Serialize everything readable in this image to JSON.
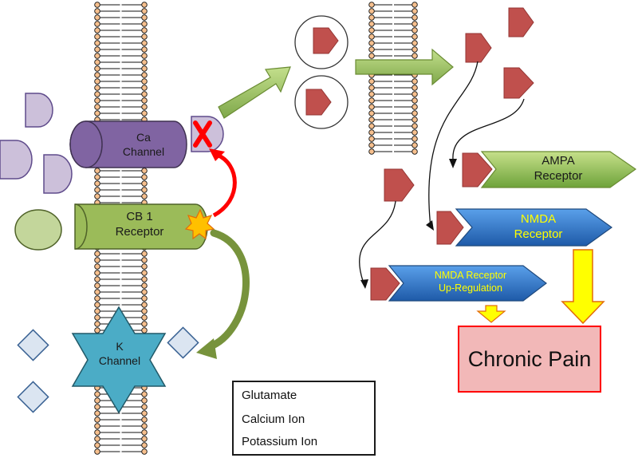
{
  "labels": {
    "ca_channel": [
      "Ca",
      "Channel"
    ],
    "cb1_receptor": [
      "CB 1",
      "Receptor"
    ],
    "k_channel": [
      "K",
      "Channel"
    ],
    "ampa_receptor": [
      "AMPA",
      "Receptor"
    ],
    "nmda_receptor": [
      "NMDA",
      "Receptor"
    ],
    "nmda_upregulation": [
      "NMDA Receptor",
      "Up-Regulation"
    ],
    "chronic_pain": "Chronic Pain"
  },
  "legend": {
    "glutamate": "Glutamate",
    "calcium_ion": "Calcium Ion",
    "potassium_ion": "Potassium Ion"
  },
  "colors": {
    "membrane_head": "#f7c08e",
    "glutamate": "#c0504d",
    "calcium_ion": "#ccc0da",
    "ca_channel": "#8064a2",
    "cb1_receptor": "#9bbb59",
    "k_channel": "#4bacc6",
    "potassium_ion": "#dbe5f1",
    "ampa": "#8fbf45",
    "nmda": "#2e75c4",
    "flow_arrow": "#9bbb59",
    "pain_arrow": "#ffff00",
    "pain_box": "#f2b8b8",
    "block_x": "#ff0000"
  }
}
